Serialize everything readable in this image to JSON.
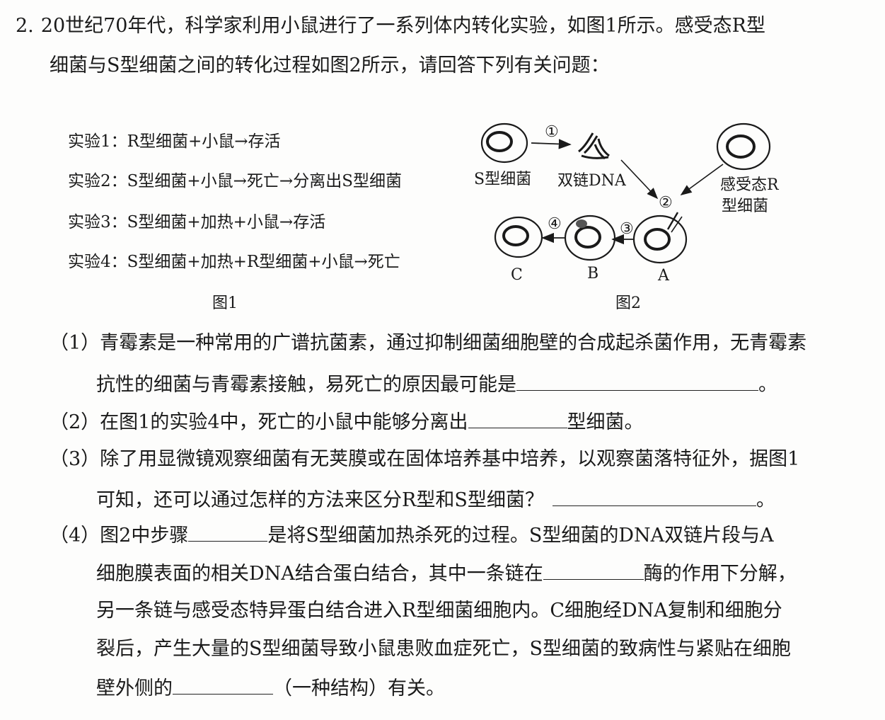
{
  "question": {
    "number": "2.",
    "intro_1": "20世纪70年代，科学家利用小鼠进行了一系列体内转化实验，如图1所示。感受态R型",
    "intro_2": "细菌与S型细菌之间的转化过程如图2所示，请回答下列有关问题："
  },
  "figure1": {
    "caption": "图1",
    "experiments": [
      "实验1：R型细菌+小鼠→存活",
      "实验2：S型细菌+小鼠→死亡→分离出S型细菌",
      "实验3：S型细菌+加热+小鼠→存活",
      "实验4：S型细菌+加热+R型细菌+小鼠→死亡"
    ]
  },
  "figure2": {
    "caption": "图2",
    "s_cell_label": "S型细菌",
    "dna_label": "双链DNA",
    "competent_label_1": "感受态R",
    "competent_label_2": "型细菌",
    "step1": "①",
    "step2": "②",
    "step3": "③",
    "step4": "④",
    "cell_a": "A",
    "cell_b": "B",
    "cell_c": "C"
  },
  "sub_questions": {
    "q1_line1": "（1）青霉素是一种常用的广谱抗菌素，通过抑制细菌细胞壁的合成起杀菌作用，无青霉素",
    "q1_line2": "抗性的细菌与青霉素接触，易死亡的原因最可能是",
    "q1_end": "。",
    "q2_a": "（2）在图1的实验4中，死亡的小鼠中能够分离出",
    "q2_b": "型细菌。",
    "q3_line1": "（3）除了用显微镜观察细菌有无荚膜或在固体培养基中培养，以观察菌落特征外，据图1",
    "q3_line2": "可知，还可以通过怎样的方法来区分R型和S型细菌？",
    "q3_end": "。",
    "q4_a": "（4）图2中步骤",
    "q4_b": "是将S型细菌加热杀死的过程。S型细菌的DNA双链片段与A",
    "q4_line2_a": "细胞膜表面的相关DNA结合蛋白结合，其中一条链在",
    "q4_line2_b": "酶的作用下分解，",
    "q4_line3": "另一条链与感受态特异蛋白结合进入R型细菌细胞内。C细胞经DNA复制和细胞分",
    "q4_line4": "裂后，产生大量的S型细菌导致小鼠患败血症死亡，S型细菌的致病性与紧贴在细胞",
    "q4_line5_a": "壁外侧的",
    "q4_line5_b": "（一种结构）有关。"
  }
}
